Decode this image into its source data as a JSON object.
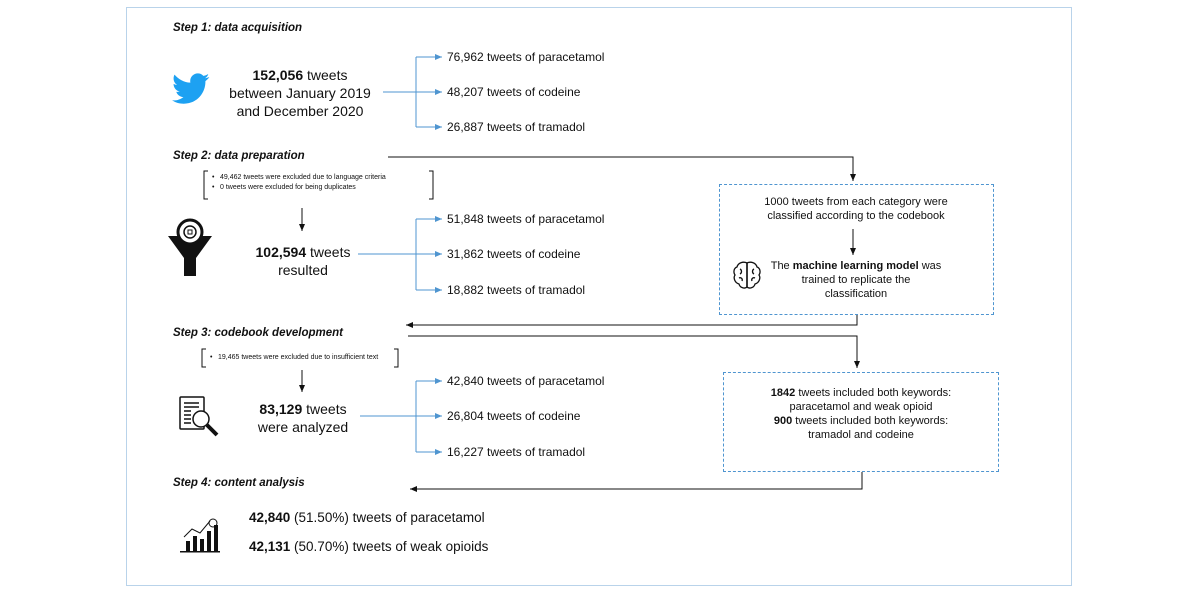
{
  "steps": {
    "s1": "Step 1: data acquisition",
    "s2": "Step 2: data preparation",
    "s3": "Step 3: codebook development",
    "s4": "Step 4: content analysis"
  },
  "stage1": {
    "count": "152,056",
    "line1_rest": " tweets",
    "line2": "between January 2019",
    "line3": "and December 2020",
    "branches": [
      "76,962 tweets of paracetamol",
      "48,207 tweets of codeine",
      "26,887 tweets of tramadol"
    ]
  },
  "stage2": {
    "notes": [
      "49,462 tweets were excluded due to language criteria",
      "0 tweets were excluded for being duplicates"
    ],
    "count": "102,594",
    "line1_rest": " tweets",
    "line2": "resulted",
    "branches": [
      "51,848 tweets of paracetamol",
      "31,862 tweets of codeine",
      "18,882 tweets of tramadol"
    ]
  },
  "ml_box": {
    "line1": "1000 tweets from each category were",
    "line2": "classified according to the codebook",
    "line3_a": "The ",
    "line3_b": "machine learning model",
    "line3_c": " was",
    "line4": "trained to replicate the",
    "line5": "classification"
  },
  "stage3": {
    "notes": [
      "19,465 tweets were excluded due to insufficient text"
    ],
    "count": "83,129",
    "line1_rest": " tweets",
    "line2": "were analyzed",
    "branches": [
      "42,840 tweets of paracetamol",
      "26,804 tweets of codeine",
      "16,227 tweets of tramadol"
    ]
  },
  "kw_box": {
    "line1_count": "1842",
    "line1_rest": " tweets included both keywords:",
    "line2": "paracetamol and weak opioid",
    "line3_count": "900",
    "line3_rest": " tweets included both keywords:",
    "line4": "tramadol and codeine"
  },
  "stage4": {
    "r1_count": "42,840",
    "r1_rest": " (51.50%) tweets of paracetamol",
    "r2_count": "42,131",
    "r2_rest": " (50.70%) tweets of weak opioids"
  },
  "icons": [
    "twitter-bird-icon",
    "funnel-icon",
    "document-search-icon",
    "brain-icon",
    "bar-chart-icon"
  ],
  "colors": {
    "twitter": "#1da1f2",
    "arrow_blue": "#4f95d0",
    "frame": "#b9d3ea"
  }
}
